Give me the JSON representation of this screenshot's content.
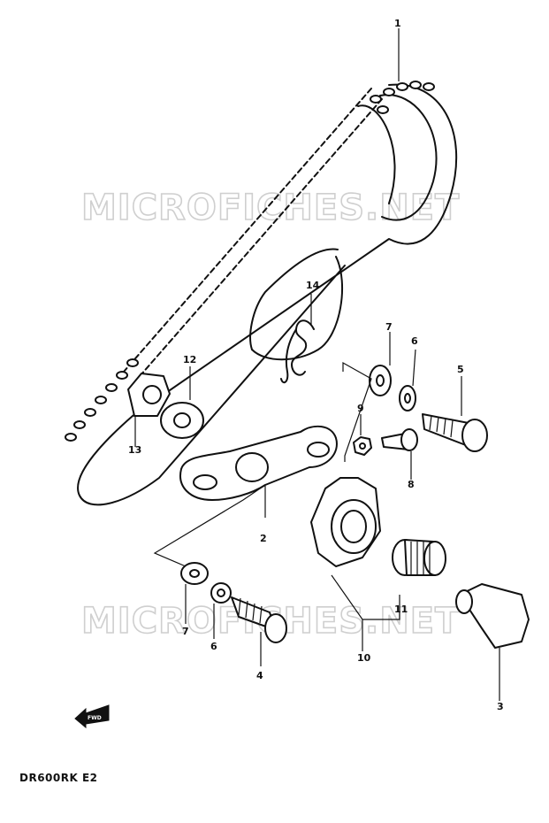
{
  "watermarks": [
    "MICROFICHES.NET",
    "MICROFICHES.NET"
  ],
  "callouts": [
    "1",
    "2",
    "3",
    "4",
    "5",
    "6",
    "7",
    "8",
    "9",
    "10",
    "11",
    "12",
    "13",
    "14",
    "7",
    "6"
  ],
  "fwd_label": "FWD",
  "model_code": "DR600RK  E2"
}
